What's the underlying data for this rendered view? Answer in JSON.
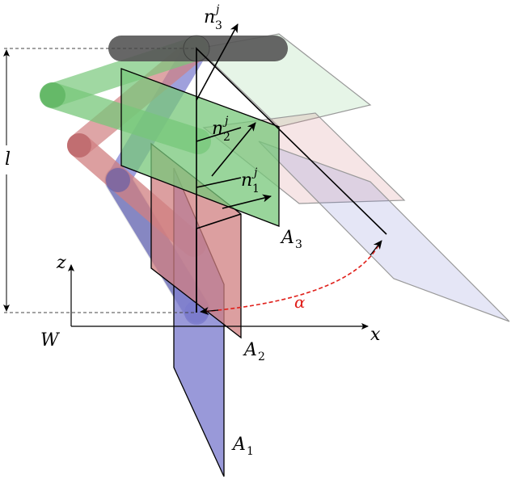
{
  "labels": {
    "n3": "n",
    "n3_sub": "3",
    "n3_sup": "j",
    "n2": "n",
    "n2_sub": "2",
    "n2_sup": "j",
    "n1": "n",
    "n1_sub": "1",
    "n1_sup": "j",
    "length": "l",
    "z_axis": "z",
    "x_axis": "x",
    "world_frame": "W",
    "angle": "α",
    "plane_a1": "A",
    "plane_a1_sub": "1",
    "plane_a2": "A",
    "plane_a2_sub": "2",
    "plane_a3": "A",
    "plane_a3_sub": "3"
  },
  "colors": {
    "blue": "#7f80d0",
    "red": "#d07f80",
    "green": "#77c77a",
    "gray": "#555555",
    "angle_arc": "#e0201b",
    "stroke": "#000000"
  }
}
